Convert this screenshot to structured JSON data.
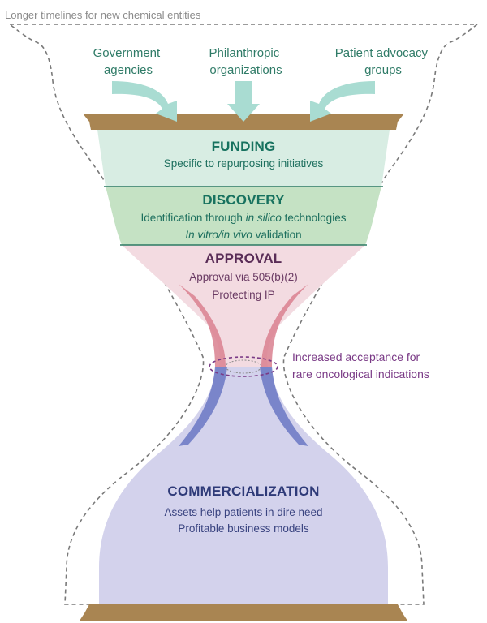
{
  "top_caption": "Longer timelines for new chemical entities",
  "sources": {
    "government": [
      "Government",
      "agencies"
    ],
    "philanthropic": [
      "Philanthropic",
      "organizations"
    ],
    "patient_advocacy": [
      "Patient advocacy",
      "groups"
    ]
  },
  "stages": {
    "funding": {
      "title": "FUNDING",
      "lines": [
        "Specific to repurposing initiatives"
      ]
    },
    "discovery": {
      "title": "DISCOVERY",
      "line1_prefix": "Identification through ",
      "line1_italic": "in silico",
      "line1_suffix": " technologies",
      "line2_italic": "In vitro/in vivo",
      "line2_suffix": " validation"
    },
    "approval": {
      "title": "APPROVAL",
      "lines": [
        "Approval via 505(b)(2)",
        "Protecting IP"
      ]
    },
    "commercialization": {
      "title": "COMMERCIALIZATION",
      "lines": [
        "Assets help patients in dire need",
        "Profitable business models"
      ]
    }
  },
  "neck_note": [
    "Increased acceptance for",
    "rare oncological indications"
  ],
  "colors": {
    "funding": "#d8ede3",
    "discovery": "#c5e2c4",
    "approval": "#f3dbe1",
    "approval_edge": "#d9808f",
    "commercialization": "#d3d2ec",
    "commercialization_edge": "#6a78c4",
    "plate": "#a98552",
    "arrow": "#a9dcd2",
    "divider": "#2c7a63",
    "note": "#7a3a86"
  }
}
